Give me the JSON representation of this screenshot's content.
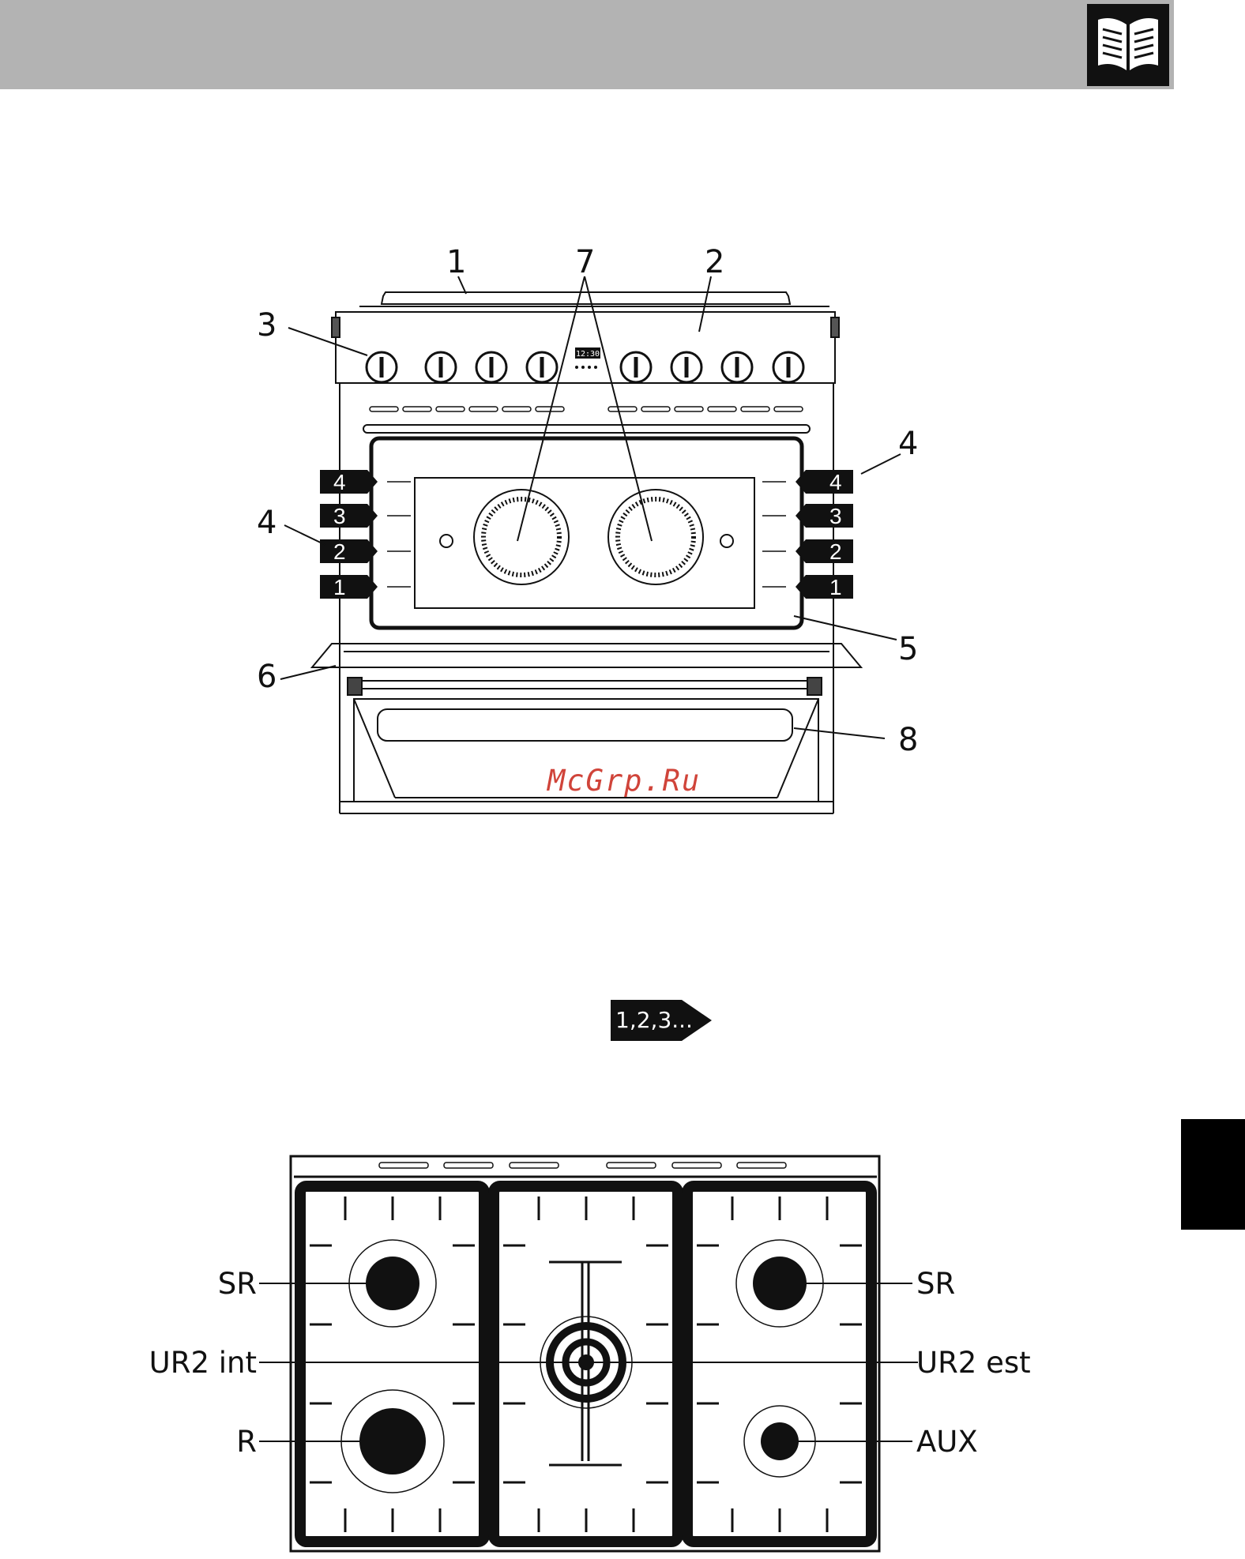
{
  "header": {
    "icon": "open-book-icon"
  },
  "oven_callouts": {
    "c1": "1",
    "c2": "2",
    "c3": "3",
    "c4_left": "4",
    "c4_right": "4",
    "c5": "5",
    "c6": "6",
    "c7": "7",
    "c8": "8"
  },
  "shelf_levels_left": [
    "4",
    "3",
    "2",
    "1"
  ],
  "shelf_levels_right": [
    "4",
    "3",
    "2",
    "1"
  ],
  "display_time": "12:30",
  "watermark": "McGrp.Ru",
  "sequence_badge": "1,2,3...",
  "hob_labels": {
    "sr_left": "SR",
    "ur2_int": "UR2 int",
    "r": "R",
    "sr_right": "SR",
    "ur2_est": "UR2 est",
    "aux": "AUX"
  },
  "colors": {
    "header_bar": "#b3b3b3",
    "watermark": "#d0443a",
    "ink": "#111111"
  }
}
